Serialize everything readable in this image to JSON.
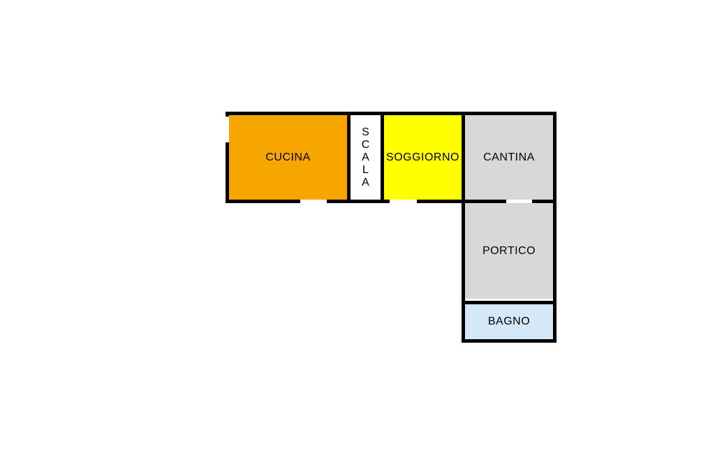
{
  "floorplan": {
    "background": "#FFFFFF",
    "wall_color": "#000000",
    "text_color": "#000000",
    "rooms": [
      {
        "id": "cucina",
        "label": "CUCINA",
        "color": "#F7A600"
      },
      {
        "id": "scala",
        "label": "SCALA",
        "label_stacked": "S\nC\nA\nL\nA",
        "color": "#FFFFFF"
      },
      {
        "id": "soggiorno",
        "label": "SOGGIORNO",
        "color": "#FFFF00"
      },
      {
        "id": "cantina",
        "label": "CANTINA",
        "color": "#D8D8D8"
      },
      {
        "id": "portico",
        "label": "PORTICO",
        "color": "#D8D8D8"
      },
      {
        "id": "bagno",
        "label": "BAGNO",
        "color": "#D5E8F7"
      }
    ]
  }
}
